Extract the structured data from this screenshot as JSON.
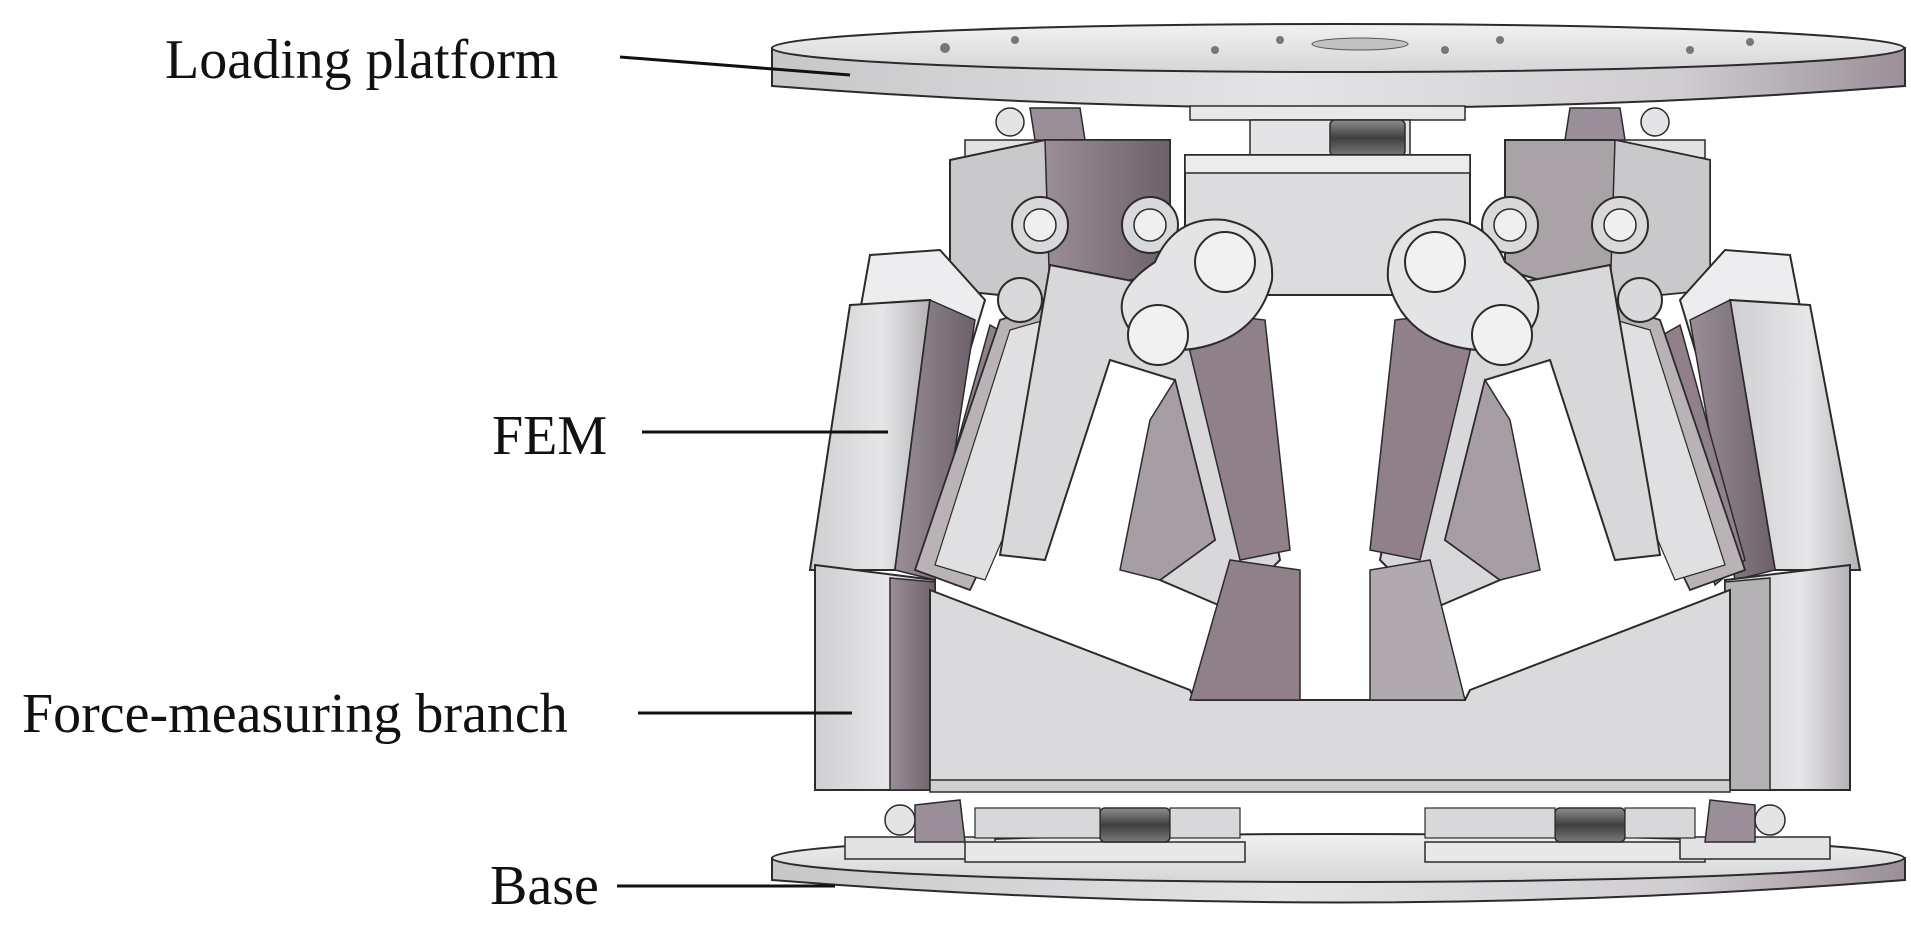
{
  "figure": {
    "labels": {
      "loading_platform": "Loading platform",
      "fem": "FEM",
      "force_measuring_branch": "Force-measuring branch",
      "base": "Base"
    }
  },
  "colors": {
    "background": "#ffffff",
    "metal_light": "#d9d9db",
    "metal_mid": "#bdbdc0",
    "metal_dark": "#8a7d86",
    "metal_shadow": "#5d5259",
    "outline": "#2b2b2b",
    "label_text": "#111111"
  },
  "icons": {
    "mechanism": "parallel-mechanism-drawing"
  }
}
